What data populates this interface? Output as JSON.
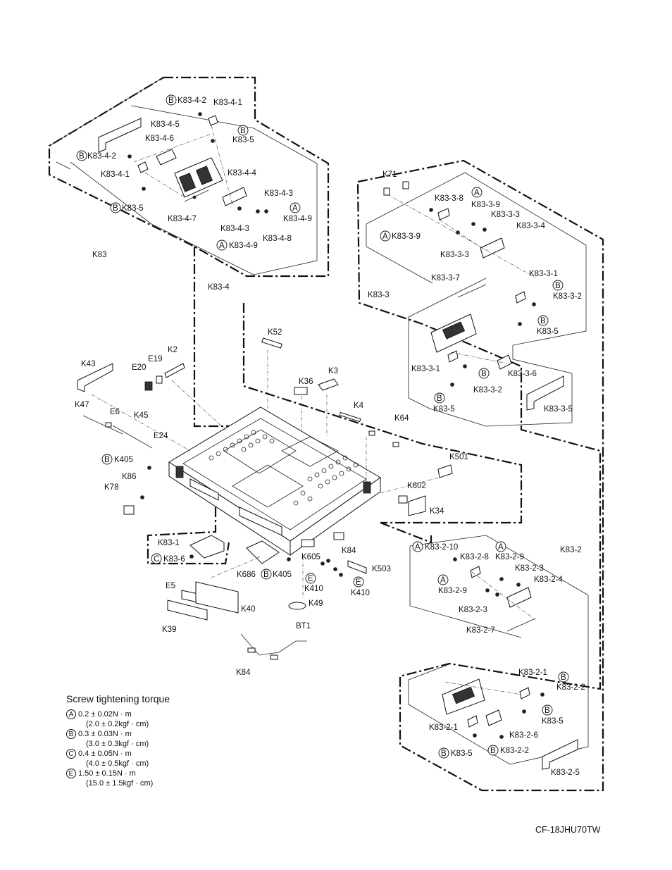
{
  "torque": {
    "title": "Screw tightening torque",
    "rows": [
      {
        "mark": "A",
        "value": "0.2 ± 0.02N · m",
        "alt": "(2.0 ± 0.2kgf · cm)"
      },
      {
        "mark": "B",
        "value": "0.3 ± 0.03N · m",
        "alt": "(3.0 ± 0.3kgf · cm)"
      },
      {
        "mark": "C",
        "value": "0.4 ± 0.05N · m",
        "alt": "(4.0 ± 0.5kgf · cm)"
      },
      {
        "mark": "E",
        "value": "1.50 ± 0.15N · m",
        "alt": "(15.0 ± 1.5kgf · cm)"
      }
    ]
  },
  "model": "CF-18JHU70TW",
  "labels": {
    "k83_4_2_top": "K83-4-2",
    "k83_4_1_top": "K83-4-1",
    "k83_4_5": "K83-4-5",
    "k83_5_a": "K83-5",
    "k83_4_6": "K83-4-6",
    "k83_4_2_left": "K83-4-2",
    "k83_4_4": "K83-4-4",
    "k83_4_1_left": "K83-4-1",
    "k83_4_3_a": "K83-4-3",
    "k83_5_b": "K83-5",
    "k83_4_9_a": "K83-4-9",
    "k83_4_7": "K83-4-7",
    "k83_4_3_b": "K83-4-3",
    "k83_4_8": "K83-4-8",
    "k83_4_9_b": "K83-4-9",
    "k83": "K83",
    "k83_4": "K83-4",
    "k71": "K71",
    "k83_3_8": "K83-3-8",
    "k83_3_9_a": "K83-3-9",
    "k83_3_3_a": "K83-3-3",
    "k83_3_4": "K83-3-4",
    "k83_3_9_b": "K83-3-9",
    "k83_3_3_b": "K83-3-3",
    "k83_3_7": "K83-3-7",
    "k83_3_1_a": "K83-3-1",
    "k83_3": "K83-3",
    "k83_3_2_a": "K83-3-2",
    "k83_5_c": "K83-5",
    "k83_3_1_b": "K83-3-1",
    "k83_3_6": "K83-3-6",
    "k83_3_2_b": "K83-3-2",
    "k83_5_d": "K83-5",
    "k83_3_5": "K83-3-5",
    "k52": "K52",
    "k43": "K43",
    "k2": "K2",
    "e19": "E19",
    "e20": "E20",
    "k36": "K36",
    "k3": "K3",
    "k47": "K47",
    "e6": "E6",
    "k45": "K45",
    "k4": "K4",
    "k64": "K64",
    "e24": "E24",
    "k405_a": "K405",
    "k501": "K501",
    "k86": "K86",
    "k78": "K78",
    "k602": "K602",
    "k34": "K34",
    "k83_1": "K83-1",
    "k83_6": "K83-6",
    "k84_a": "K84",
    "k605": "K605",
    "k503": "K503",
    "k686": "K686",
    "k405_b": "K405",
    "k410_a": "K410",
    "k410_b": "K410",
    "k49": "K49",
    "bt1": "BT1",
    "e5": "E5",
    "k40": "K40",
    "k39": "K39",
    "k84_b": "K84",
    "k83_2": "K83-2",
    "k83_2_10": "K83-2-10",
    "k83_2_8": "K83-2-8",
    "k83_2_9_a": "K83-2-9",
    "k83_2_3_a": "K83-2-3",
    "k83_2_4": "K83-2-4",
    "k83_2_9_b": "K83-2-9",
    "k83_2_3_b": "K83-2-3",
    "k83_2_7": "K83-2-7",
    "k83_2_1_a": "K83-2-1",
    "k83_2_2_a": "K83-2-2",
    "k83_5_e": "K83-5",
    "k83_2_1_b": "K83-2-1",
    "k83_2_6": "K83-2-6",
    "k83_5_f": "K83-5",
    "k83_2_2_b": "K83-2-2",
    "k83_2_5": "K83-2-5"
  },
  "marks": {
    "a": "A",
    "b": "B",
    "c": "C",
    "e": "E"
  }
}
